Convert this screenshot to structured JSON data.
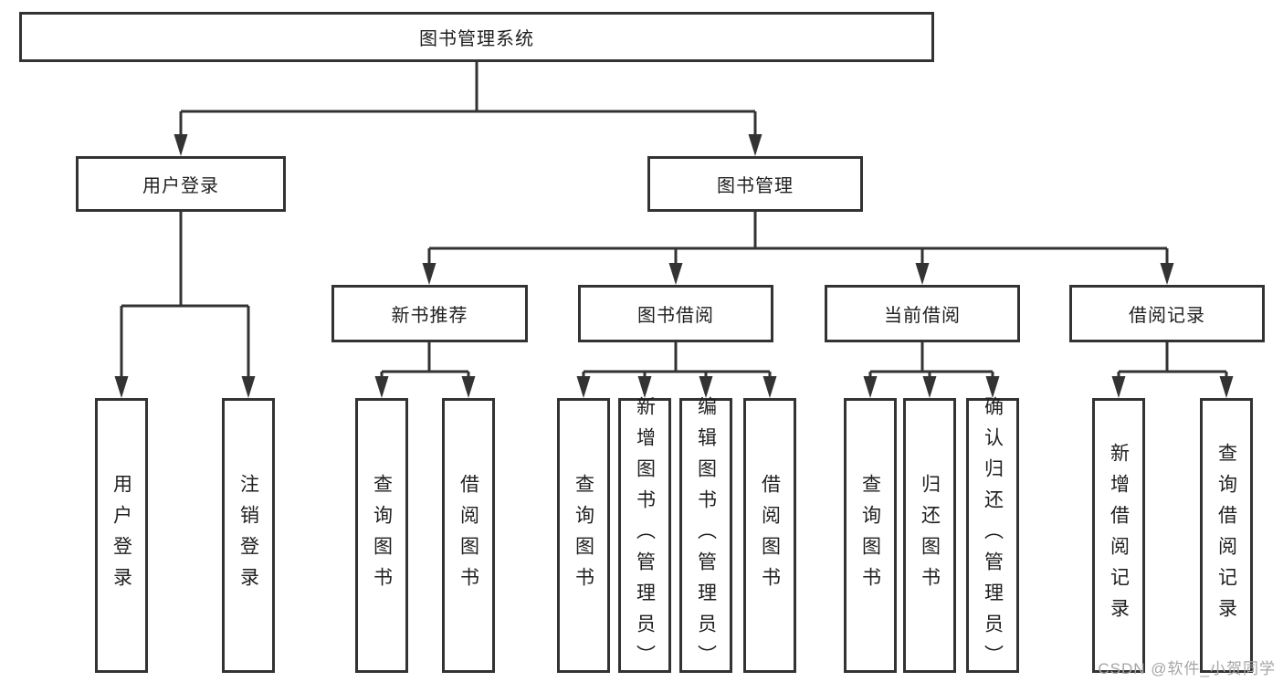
{
  "diagram": {
    "root": {
      "label": "图书管理系统"
    },
    "branches": [
      {
        "label": "用户登录",
        "children": [
          {
            "label": "用户登录"
          },
          {
            "label": "注销登录"
          }
        ]
      },
      {
        "label": "图书管理",
        "children": [
          {
            "label": "新书推荐",
            "children": [
              {
                "label": "查询图书"
              },
              {
                "label": "借阅图书"
              }
            ]
          },
          {
            "label": "图书借阅",
            "children": [
              {
                "label": "查询图书"
              },
              {
                "label": "新增图书（管理员）"
              },
              {
                "label": "编辑图书（管理员）"
              },
              {
                "label": "借阅图书"
              }
            ]
          },
          {
            "label": "当前借阅",
            "children": [
              {
                "label": "查询图书"
              },
              {
                "label": "归还图书"
              },
              {
                "label": "确认归还（管理员）"
              }
            ]
          },
          {
            "label": "借阅记录",
            "children": [
              {
                "label": "新增借阅记录"
              },
              {
                "label": "查询借阅记录"
              }
            ]
          }
        ]
      }
    ]
  },
  "watermark": {
    "text": "CSDN @软件_小贺同学"
  },
  "colors": {
    "line": "#333333",
    "text": "#1f1f1f",
    "watermark": "#a6a6a6",
    "background": "#ffffff"
  }
}
